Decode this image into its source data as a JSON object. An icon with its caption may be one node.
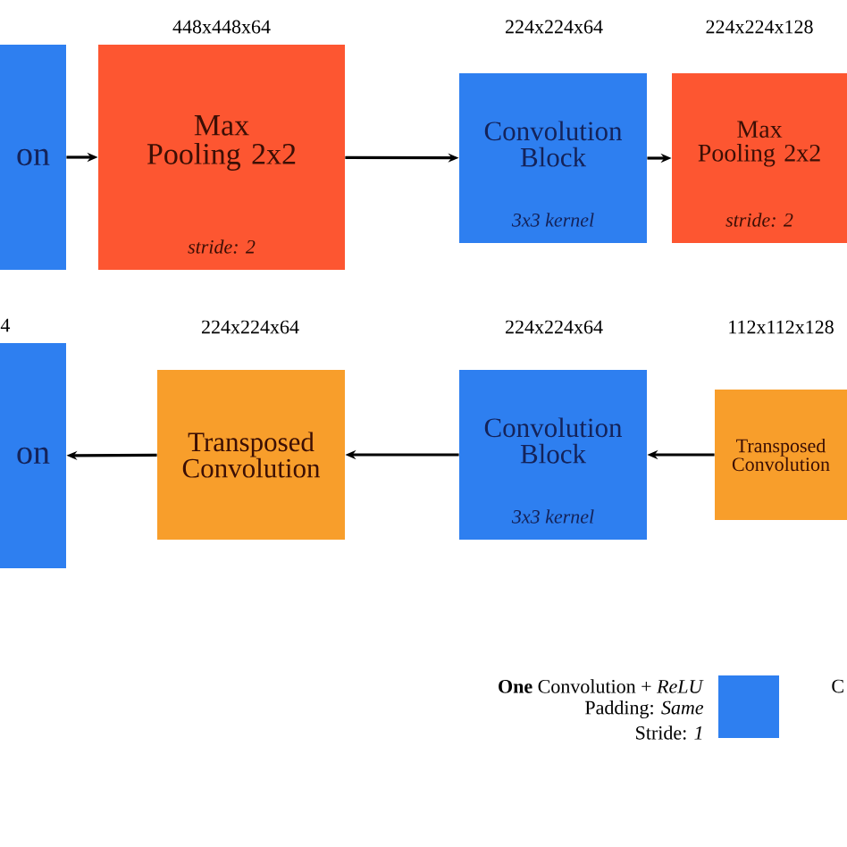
{
  "diagram": {
    "nodes": [
      {
        "text": [
          "on"
        ]
      },
      {
        "text": [
          "Max Pooling 2x2",
          "stride: 2"
        ],
        "beside": [
          "448x448x64"
        ]
      },
      {
        "text": [
          "Convolution Block",
          "3x3 kernel"
        ],
        "beside": [
          "224x224x64"
        ]
      },
      {
        "text": [
          "Max Pooling 2x2",
          "stride: 2"
        ],
        "beside": [
          "224x224x128"
        ]
      },
      {
        "text": [
          "on"
        ],
        "beside": [
          "4"
        ]
      },
      {
        "text": [
          "Transposed Convolution"
        ],
        "beside": [
          "224x224x64"
        ]
      },
      {
        "text": [
          "Convolution Block",
          "3x3 kernel"
        ],
        "beside": [
          "224x224x64"
        ]
      },
      {
        "text": [
          "Transposed Convolution"
        ],
        "beside": [
          "112x112x128"
        ]
      }
    ],
    "edges": [
      {
        "from": 0,
        "to": 1,
        "arrow": "to"
      },
      {
        "from": 1,
        "to": 2,
        "arrow": "to"
      },
      {
        "from": 2,
        "to": 3,
        "arrow": "to"
      },
      {
        "from": 5,
        "to": 4,
        "arrow": "to"
      },
      {
        "from": 6,
        "to": 5,
        "arrow": "to"
      },
      {
        "from": 7,
        "to": 6,
        "arrow": "to"
      }
    ],
    "labels": [
      "Padding: *Same*",
      "Stride: *1*",
      "C"
    ],
    "legend": [
      {
        "text": "**One** Convolution + *ReLU*",
        "color": "#2e7ff0"
      }
    ]
  }
}
